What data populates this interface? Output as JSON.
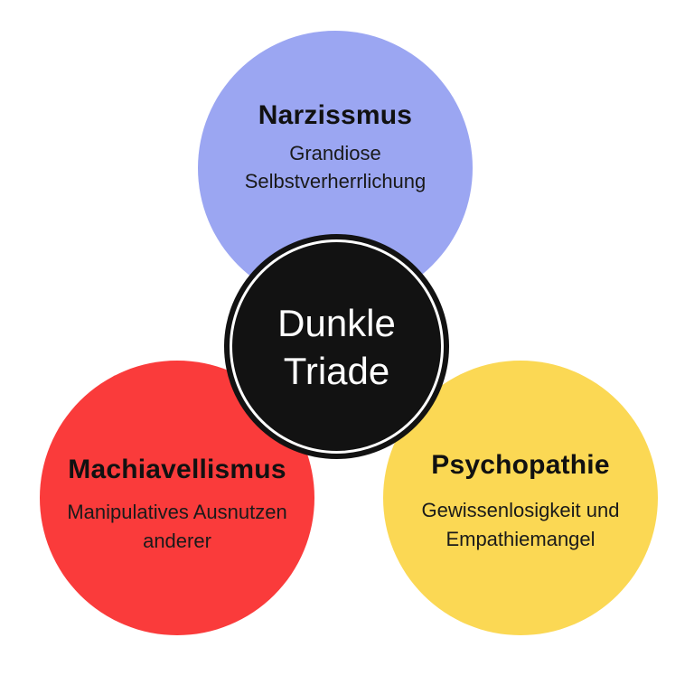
{
  "diagram": {
    "title": "Dunkle Triade",
    "background_color": "#ffffff"
  },
  "center": {
    "label_line1": "Dunkle",
    "label_line2": "Triade",
    "bg_color": "#121212",
    "ring_color": "#ffffff",
    "text_color": "#ffffff"
  },
  "circles": [
    {
      "id": "narzissmus",
      "title": "Narzissmus",
      "description_line1": "Grandiose",
      "description_line2": "Selbstverherrlichung",
      "color": "#9BA6F2",
      "text_color": "#111111"
    },
    {
      "id": "machiavellismus",
      "title": "Machiavellismus",
      "description_line1": "Manipulatives Ausnutzen",
      "description_line2": "anderer",
      "color": "#FA3B3B",
      "text_color": "#111111"
    },
    {
      "id": "psychopathie",
      "title": "Psychopathie",
      "description_line1": "Gewissenlosigkeit und",
      "description_line2": "Empathiemangel",
      "color": "#FBD854",
      "text_color": "#111111"
    }
  ]
}
